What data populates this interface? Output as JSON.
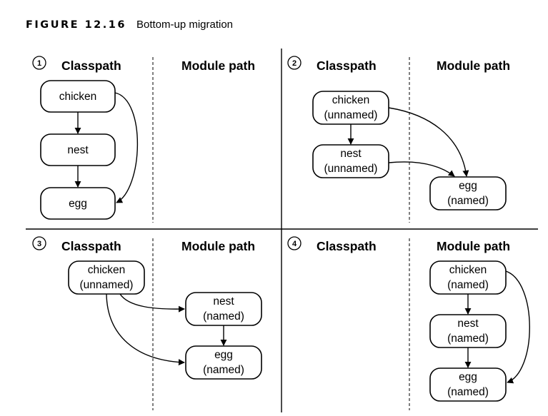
{
  "figure": {
    "label": "FIGURE 12.16",
    "title": "Bottom-up migration"
  },
  "panels": [
    {
      "number": "1",
      "left_header": "Classpath",
      "right_header": "Module path",
      "nodes": [
        {
          "id": "p1-chicken",
          "lines": [
            "chicken"
          ]
        },
        {
          "id": "p1-nest",
          "lines": [
            "nest"
          ]
        },
        {
          "id": "p1-egg",
          "lines": [
            "egg"
          ]
        }
      ]
    },
    {
      "number": "2",
      "left_header": "Classpath",
      "right_header": "Module path",
      "nodes": [
        {
          "id": "p2-chicken",
          "lines": [
            "chicken",
            "(unnamed)"
          ]
        },
        {
          "id": "p2-nest",
          "lines": [
            "nest",
            "(unnamed)"
          ]
        },
        {
          "id": "p2-egg",
          "lines": [
            "egg",
            "(named)"
          ]
        }
      ]
    },
    {
      "number": "3",
      "left_header": "Classpath",
      "right_header": "Module path",
      "nodes": [
        {
          "id": "p3-chicken",
          "lines": [
            "chicken",
            "(unnamed)"
          ]
        },
        {
          "id": "p3-nest",
          "lines": [
            "nest",
            "(named)"
          ]
        },
        {
          "id": "p3-egg",
          "lines": [
            "egg",
            "(named)"
          ]
        }
      ]
    },
    {
      "number": "4",
      "left_header": "Classpath",
      "right_header": "Module path",
      "nodes": [
        {
          "id": "p4-chicken",
          "lines": [
            "chicken",
            "(named)"
          ]
        },
        {
          "id": "p4-nest",
          "lines": [
            "nest",
            "(named)"
          ]
        },
        {
          "id": "p4-egg",
          "lines": [
            "egg",
            "(named)"
          ]
        }
      ]
    }
  ]
}
